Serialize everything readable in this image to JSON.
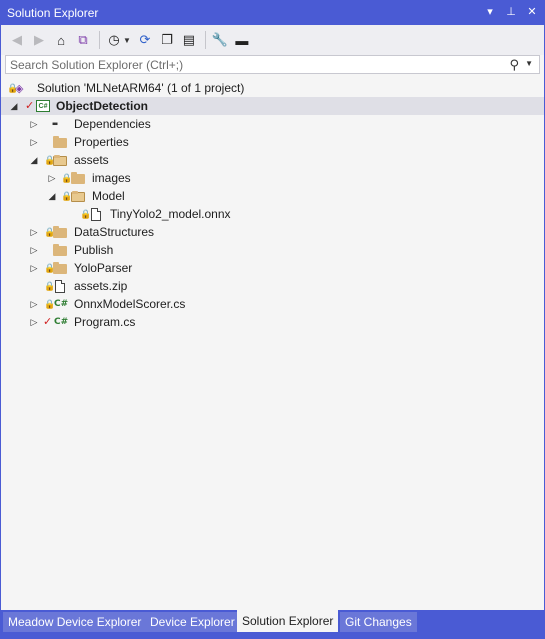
{
  "window": {
    "title": "Solution Explorer",
    "controls": {
      "dropdown": "▾",
      "pin": "⊥",
      "close": "✕"
    }
  },
  "toolbar": {
    "icons": [
      "back-icon",
      "forward-icon",
      "home-icon",
      "switch-views-icon",
      "pending-changes-icon",
      "sync-icon",
      "collapse-all-icon",
      "show-all-files-icon",
      "properties-wrench-icon",
      "preview-icon"
    ]
  },
  "search": {
    "placeholder": "Search Solution Explorer (Ctrl+;)",
    "value": ""
  },
  "tree": {
    "solution": {
      "label": "Solution 'MLNetARM64' (1 of 1 project)"
    },
    "project": {
      "label": "ObjectDetection",
      "icon": "C#"
    },
    "items": [
      {
        "label": "Dependencies"
      },
      {
        "label": "Properties"
      },
      {
        "label": "assets"
      },
      {
        "label": "images"
      },
      {
        "label": "Model"
      },
      {
        "label": "TinyYolo2_model.onnx"
      },
      {
        "label": "DataStructures"
      },
      {
        "label": "Publish"
      },
      {
        "label": "YoloParser"
      },
      {
        "label": "assets.zip"
      },
      {
        "label": "OnnxModelScorer.cs",
        "icon": "C#"
      },
      {
        "label": "Program.cs",
        "icon": "C#"
      }
    ]
  },
  "tabs": [
    {
      "label": "Meadow Device Explorer",
      "active": false
    },
    {
      "label": "Device Explorer",
      "active": false
    },
    {
      "label": "Solution Explorer",
      "active": true
    },
    {
      "label": "Git Changes",
      "active": false
    }
  ],
  "colors": {
    "accent": "#4a5bd4",
    "folder": "#dcb67a",
    "lock": "#2a8fc3",
    "check": "#d02020",
    "csharp": "#2e7d32"
  }
}
